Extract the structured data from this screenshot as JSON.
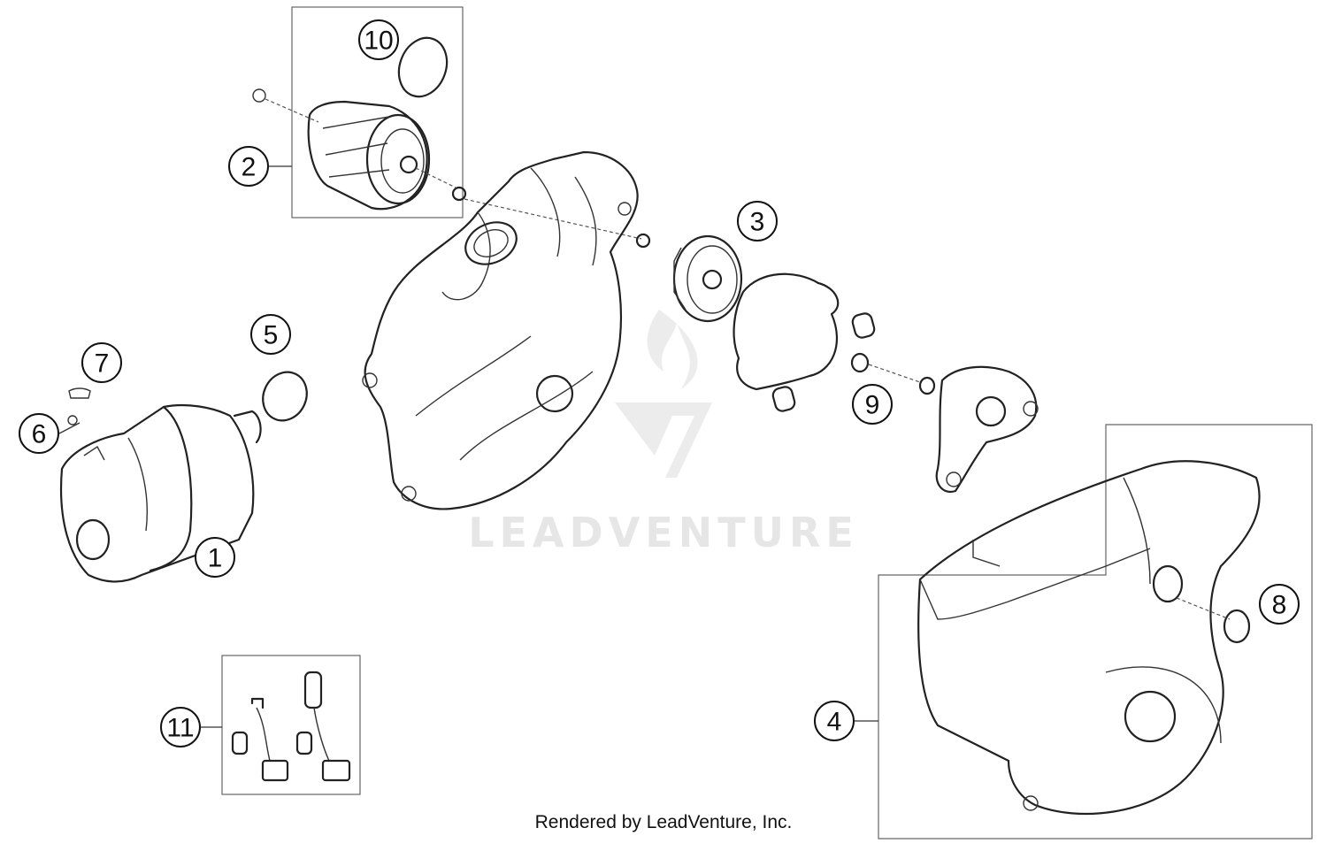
{
  "callouts": [
    {
      "id": "1",
      "label": "1"
    },
    {
      "id": "2",
      "label": "2"
    },
    {
      "id": "3",
      "label": "3"
    },
    {
      "id": "4",
      "label": "4"
    },
    {
      "id": "5",
      "label": "5"
    },
    {
      "id": "6",
      "label": "6"
    },
    {
      "id": "7",
      "label": "7"
    },
    {
      "id": "8",
      "label": "8"
    },
    {
      "id": "9",
      "label": "9"
    },
    {
      "id": "10",
      "label": "10"
    },
    {
      "id": "11",
      "label": "11"
    }
  ],
  "watermark": {
    "text": "LEADVENTURE"
  },
  "footer": {
    "text": "Rendered by LeadVenture, Inc."
  }
}
